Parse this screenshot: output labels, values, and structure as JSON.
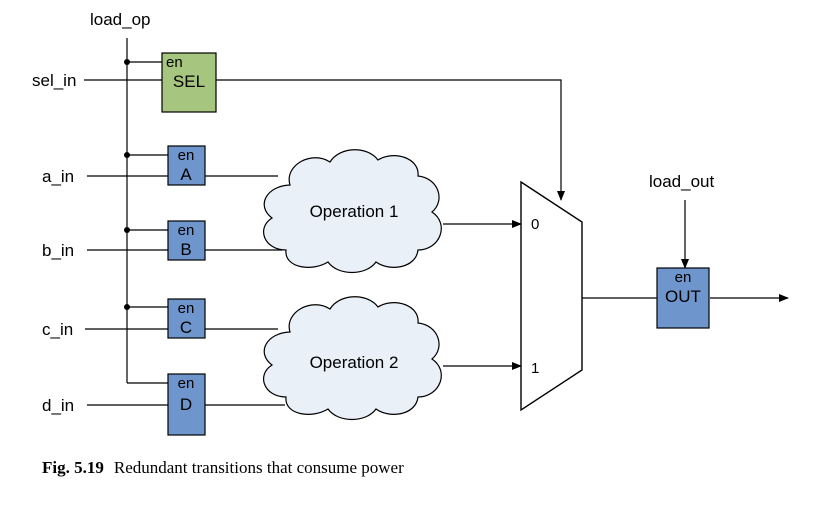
{
  "signals": {
    "load_op": "load_op",
    "sel_in": "sel_in",
    "a_in": "a_in",
    "b_in": "b_in",
    "c_in": "c_in",
    "d_in": "d_in",
    "load_out": "load_out"
  },
  "registers": {
    "sel": {
      "en": "en",
      "name": "SEL",
      "color": "#a6c57e"
    },
    "a": {
      "en": "en",
      "name": "A",
      "color": "#6f96cc"
    },
    "b": {
      "en": "en",
      "name": "B",
      "color": "#6f96cc"
    },
    "c": {
      "en": "en",
      "name": "C",
      "color": "#6f96cc"
    },
    "d": {
      "en": "en",
      "name": "D",
      "color": "#6f96cc"
    },
    "out": {
      "en": "en",
      "name": "OUT",
      "color": "#6f96cc"
    }
  },
  "operations": {
    "op1": "Operation 1",
    "op2": "Operation 2"
  },
  "mux": {
    "input0": "0",
    "input1": "1"
  },
  "caption": {
    "number": "Fig. 5.19",
    "text": "Redundant transitions that consume power"
  }
}
